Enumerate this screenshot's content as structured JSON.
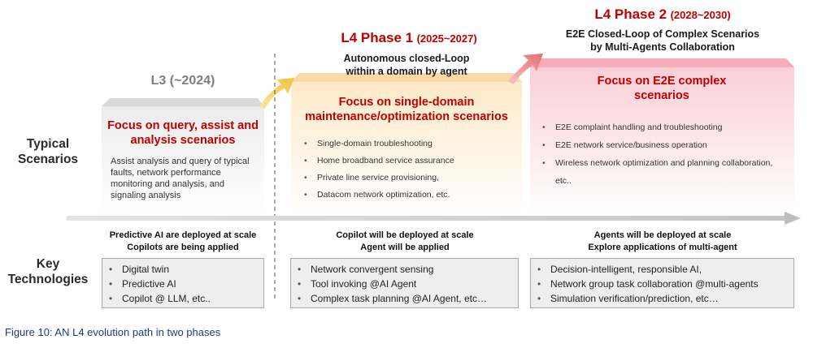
{
  "labels": {
    "typical": "Typical Scenarios",
    "key": "Key Technologies"
  },
  "l3": {
    "header": "L3 (~2024)",
    "focus": "Focus on query, assist and analysis scenarios",
    "desc": "Assist analysis and query of typical faults, network performance monitoring and analysis, and signaling analysis",
    "tech_title_1": "Predictive AI are deployed at scale",
    "tech_title_2": "Copilots are being applied",
    "tech_items": [
      "Digital twin",
      "Predictive AI",
      "Copilot @ LLM, etc.."
    ]
  },
  "p1": {
    "header_main": "L4 Phase 1",
    "header_years": "(2025~2027)",
    "subtitle_1": "Autonomous closed-Loop",
    "subtitle_2": "within a domain by agent",
    "focus": "Focus on single-domain maintenance/optimization scenarios",
    "items": [
      "Single-domain troubleshooting",
      "Home broadband service assurance",
      "Private line service provisioning,",
      "Datacom network optimization, etc."
    ],
    "tech_title_1": "Copilot will be deployed at scale",
    "tech_title_2": "Agent will be applied",
    "tech_items": [
      "Network convergent sensing",
      "Tool invoking @AI Agent",
      "Complex task planning @AI Agent, etc…"
    ]
  },
  "p2": {
    "header_main": "L4 Phase 2",
    "header_years": "(2028~2030)",
    "subtitle_1": "E2E Closed-Loop of Complex Scenarios",
    "subtitle_2": "by Multi-Agents Collaboration",
    "focus": "Focus on E2E complex scenarios",
    "items": [
      "E2E complaint handling and troubleshooting",
      "E2E network service/business operation",
      "Wireless network optimization and planning collaboration, etc.."
    ],
    "tech_title_1": "Agents will be deployed at scale",
    "tech_title_2": "Explore applications of multi-agent",
    "tech_items": [
      "Decision-intelligent, responsible AI,",
      "Network group task collaboration @multi-agents",
      "Simulation verification/prediction, etc…"
    ]
  },
  "caption": "Figure 10: AN L4 evolution path in two phases"
}
